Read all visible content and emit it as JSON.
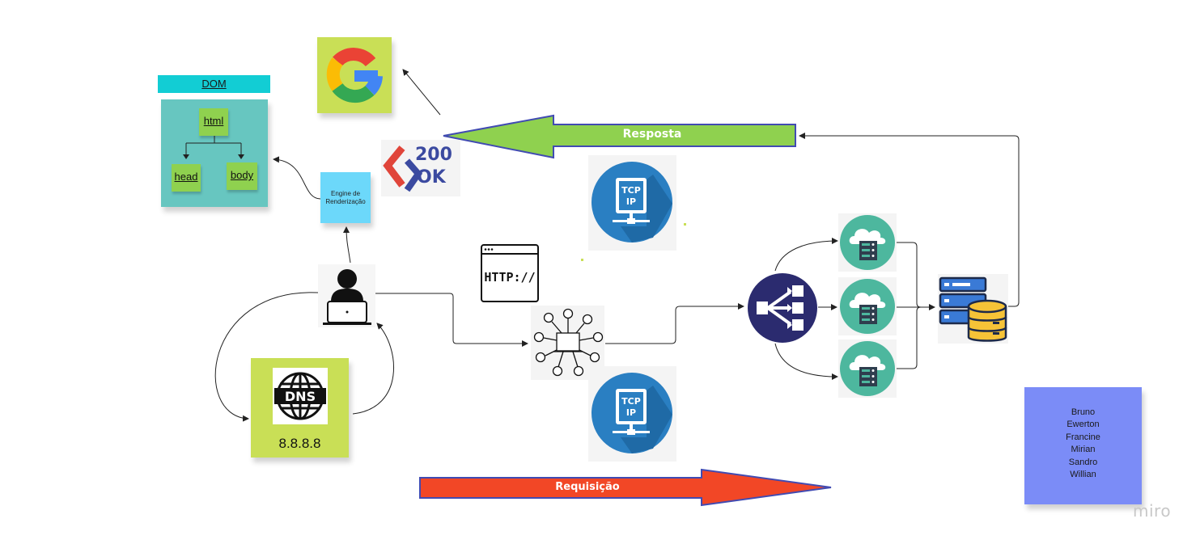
{
  "dom": {
    "title": "DOM",
    "nodes": {
      "html": "html",
      "head": "head",
      "body": "body"
    }
  },
  "engine": {
    "label": "Engine de Renderização"
  },
  "status_logo": {
    "code": "200",
    "text": "OK"
  },
  "dns": {
    "icon_text": "DNS",
    "ip": "8.8.8.8"
  },
  "http_icon": {
    "text": "HTTP://"
  },
  "tcp_icon": {
    "line1": "TCP",
    "line2": "IP"
  },
  "arrows": {
    "response": {
      "label": "Resposta",
      "color": "#8fd14f"
    },
    "request": {
      "label": "Requisição",
      "color": "#f24726"
    }
  },
  "team": {
    "members": [
      "Bruno",
      "Ewerton",
      "Francine",
      "Mirian",
      "Sandro",
      "Willian"
    ]
  },
  "watermark": "miro",
  "colors": {
    "sticky_yellow_green": "#c9df56",
    "sticky_teal": "#67c6c0",
    "sticky_cyan": "#6cd8fa",
    "sticky_blue": "#7b8cf7",
    "dom_title": "#12cdd4",
    "mini_green": "#8fd14f",
    "navy": "#2b2b6f",
    "tcp_blue": "#2a7fc2",
    "cloud_green": "#4db79e"
  },
  "icons": [
    "google-logo",
    "200-ok-logo",
    "user-laptop-icon",
    "dns-globe-icon",
    "http-browser-icon",
    "network-hub-icon",
    "tcp-ip-icon",
    "load-balancer-icon",
    "cloud-server-icon",
    "database-server-icon"
  ]
}
